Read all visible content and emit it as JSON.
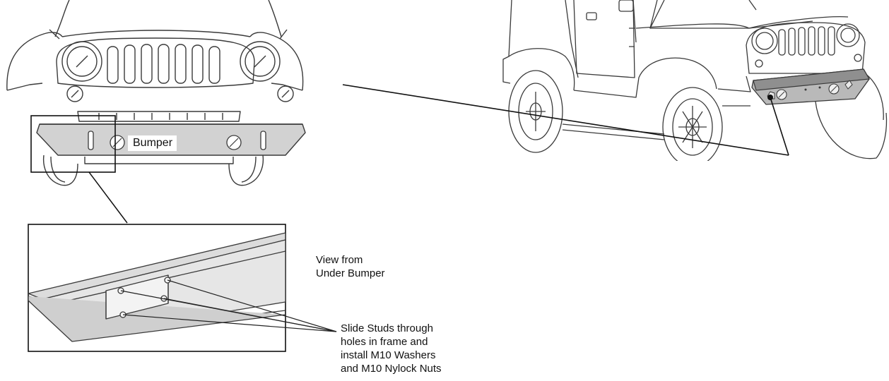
{
  "labels": {
    "bumper": "Bumper",
    "view_from": [
      "View from",
      "Under Bumper"
    ],
    "instructions": [
      "Slide Studs through",
      "holes in frame and",
      "install M10 Washers",
      "and M10 Nylock Nuts"
    ]
  },
  "colors": {
    "line": "#3a3a3a",
    "bumper_fill": "#d2d2d2",
    "bumper_dark": "#8f8f8f",
    "panel_fill": "#ececec",
    "background": "#ffffff"
  },
  "icons": [
    "front-jeep-illustration",
    "side-jeep-illustration",
    "bumper-underside-detail"
  ]
}
